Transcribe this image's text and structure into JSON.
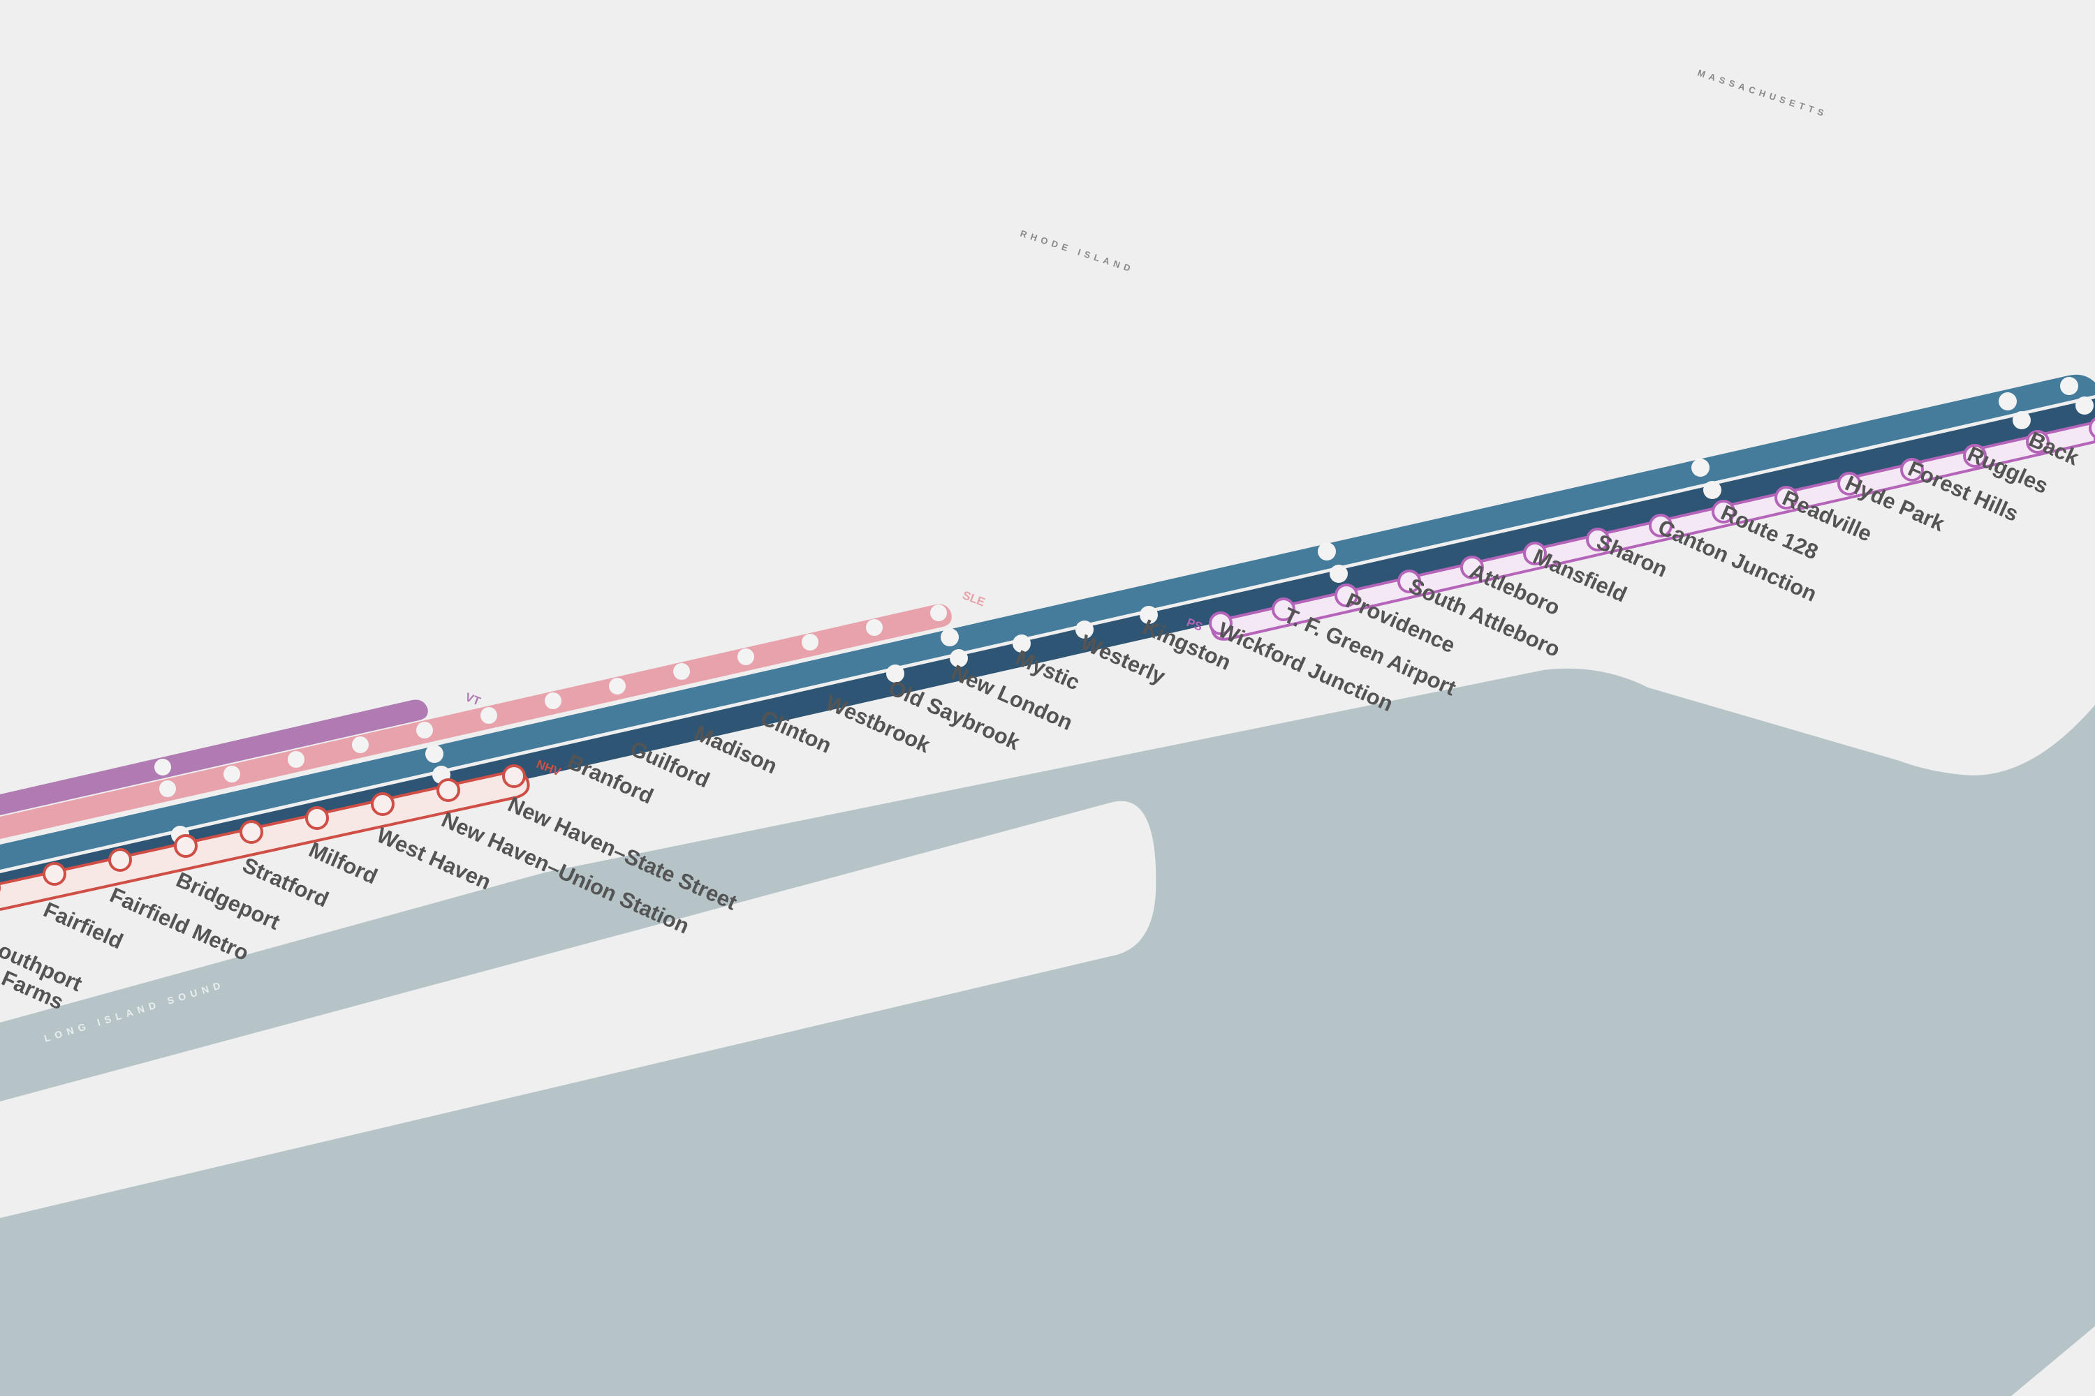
{
  "regions": {
    "massachusetts": "MASSACHUSETTS",
    "rhode_island": "RHODE ISLAND",
    "long_island_sound": "LONG ISLAND SOUND"
  },
  "colors": {
    "background": "#efefef",
    "water": "#b6c4c8",
    "northeast_corridor_upper": "#457b9b",
    "northeast_corridor_lower": "#2f5574",
    "shore_line_east": "#e8a2ab",
    "vermonter": "#b07bb2",
    "new_haven_line": "#cf4e45",
    "providence_line": "#b565b9"
  },
  "lines": {
    "vermonter_tag": "VT",
    "shore_line_east_tag": "SLE",
    "new_haven_line_tag": "NHV",
    "providence_line_tag": "PS"
  },
  "stations": {
    "new_haven_line": [
      "outhport",
      "Farms",
      "Fairfield",
      "Fairfield Metro",
      "Bridgeport",
      "Stratford",
      "Milford",
      "West Haven",
      "New Haven–Union Station",
      "New Haven–State Street"
    ],
    "shore_line_east": [
      "Branford",
      "Guilford",
      "Madison",
      "Clinton",
      "Westbrook",
      "Old Saybrook",
      "New London",
      "Mystic"
    ],
    "northeast_corridor": [
      "Westerly",
      "Kingston"
    ],
    "providence_line": [
      "Wickford Junction",
      "T. F. Green Airport",
      "Providence",
      "South Attleboro",
      "Attleboro",
      "Mansfield",
      "Sharon",
      "Canton Junction",
      "Route 128",
      "Readville",
      "Hyde Park",
      "Forest Hills",
      "Ruggles",
      "Back"
    ]
  }
}
